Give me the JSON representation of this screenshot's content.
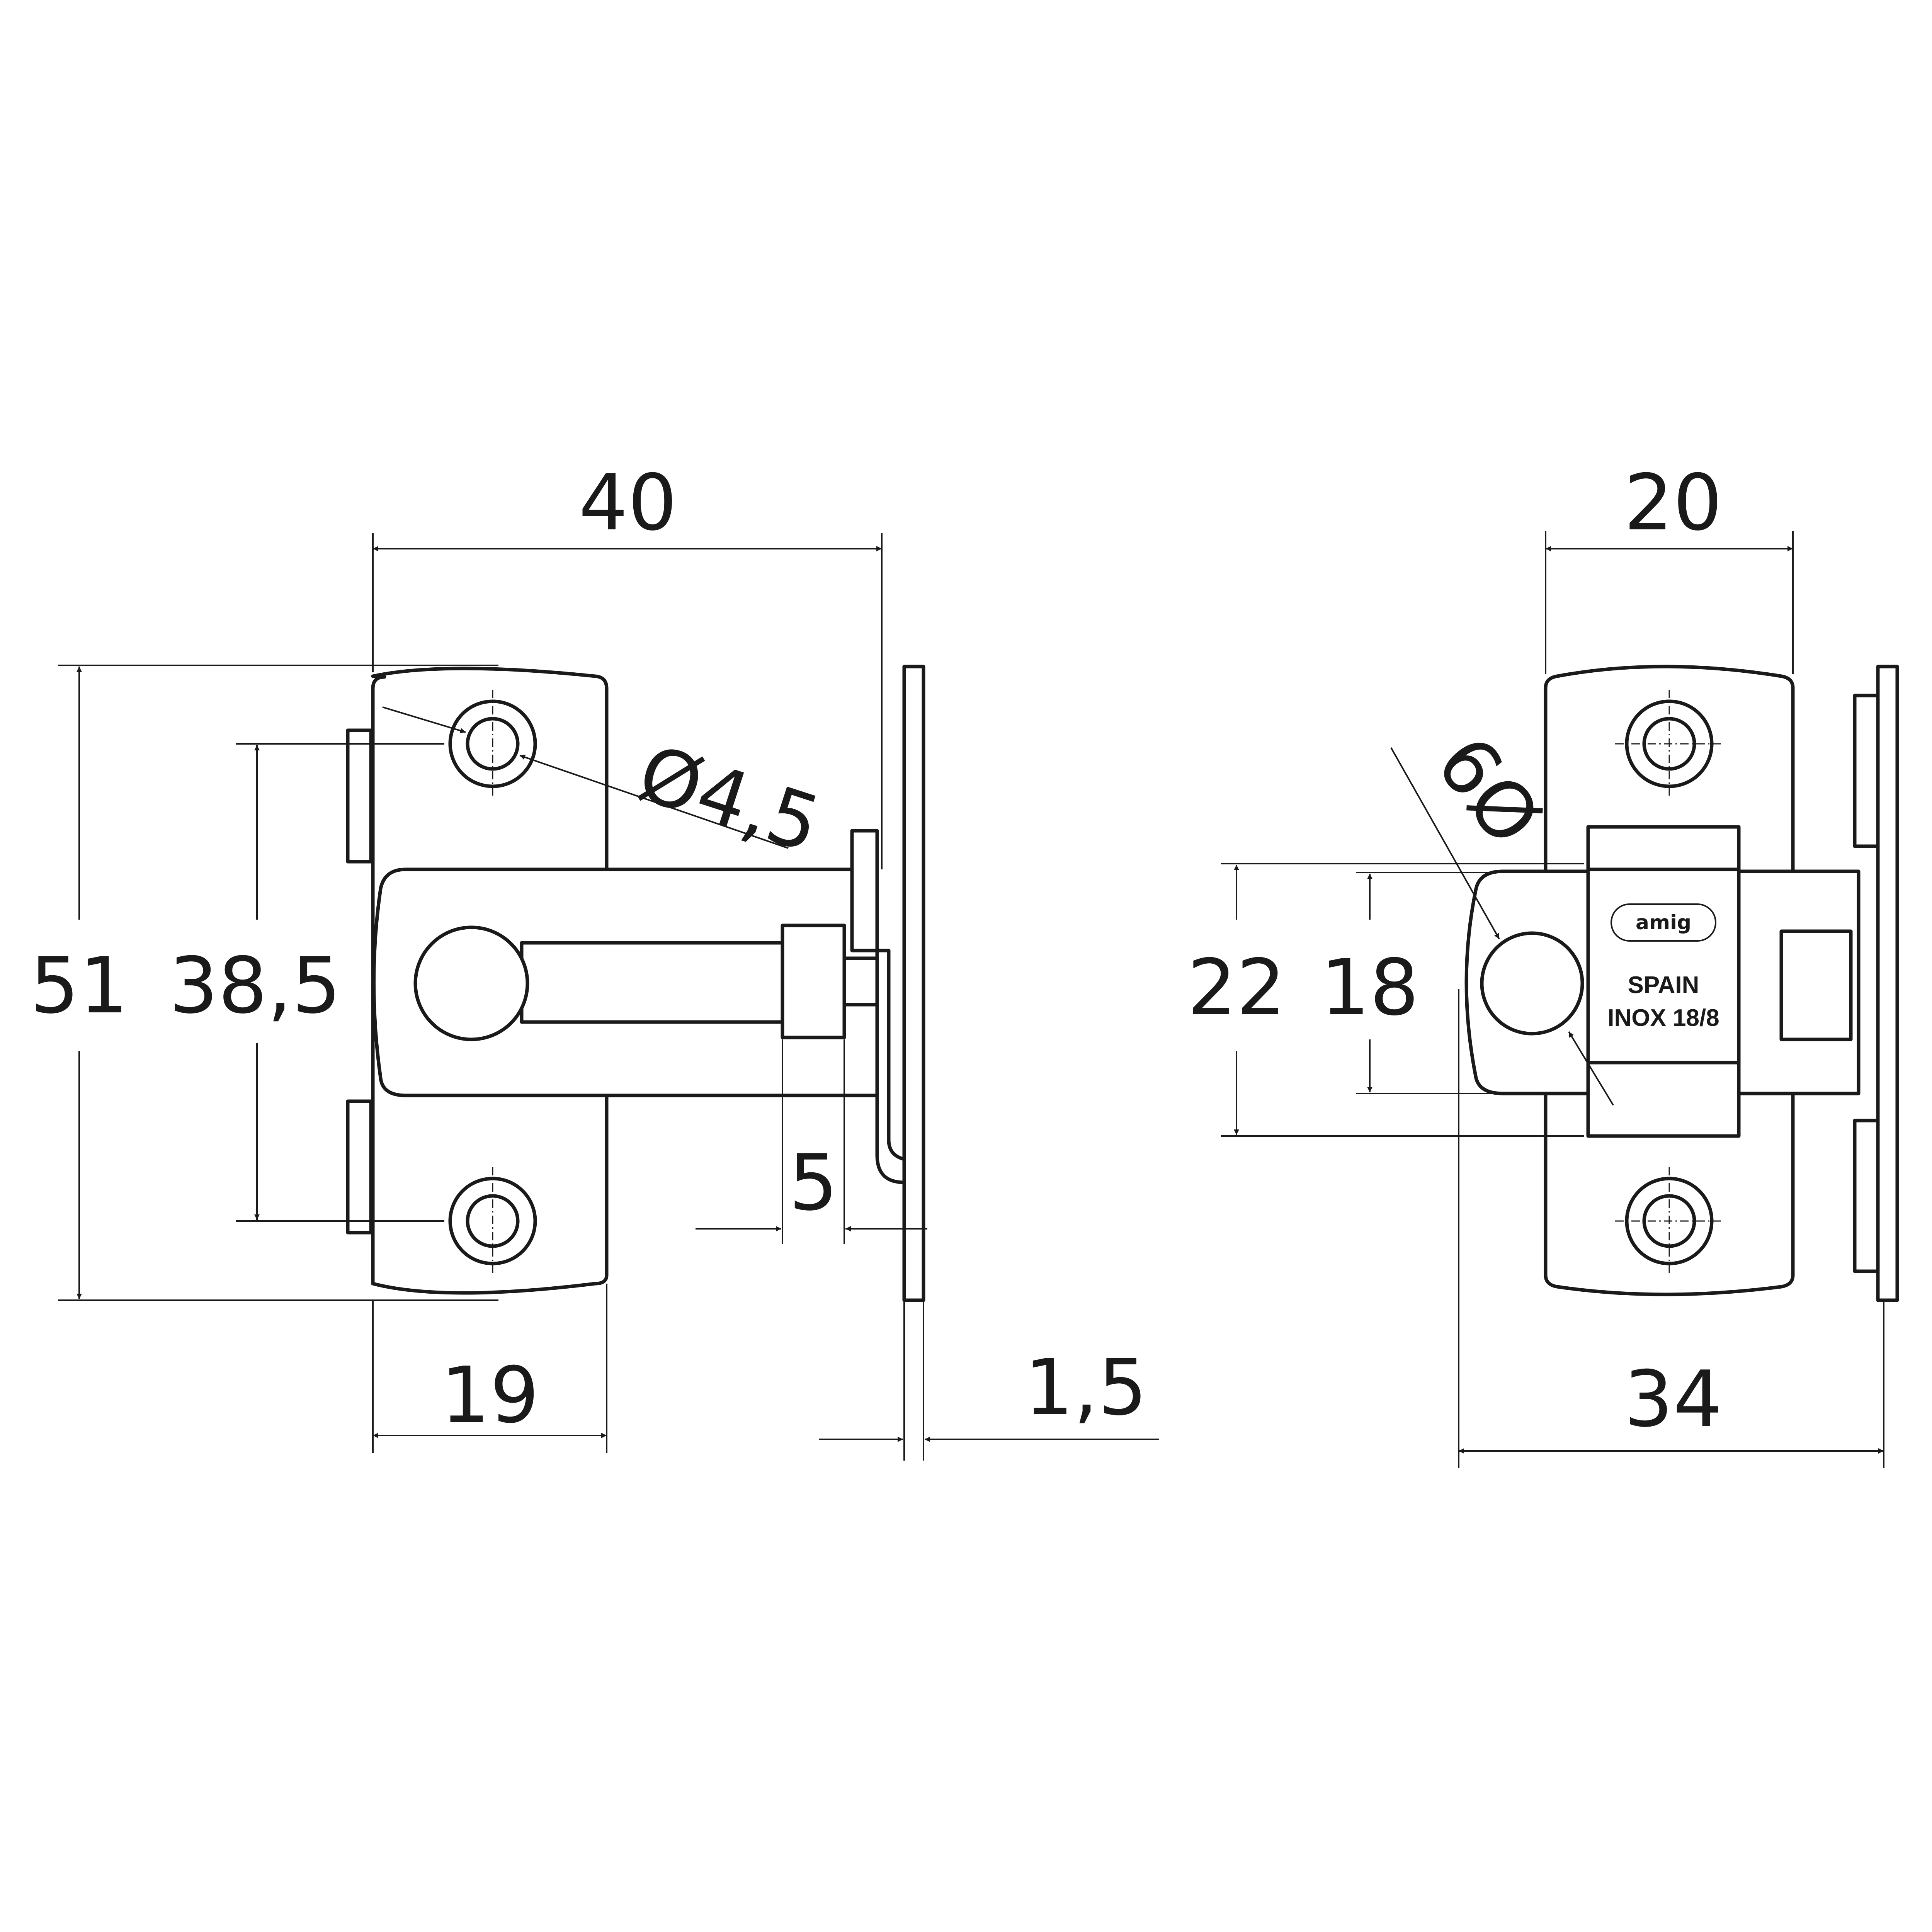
{
  "dimensions": {
    "front_width": "40",
    "front_height": "51",
    "hole_spacing": "38,5",
    "hole_diameter": "Ø4,5",
    "plate_width": "19",
    "bolt_offset": "5",
    "keeper_thickness": "1,5"
  },
  "side_view": {
    "width_top": "20",
    "overall_depth": "34",
    "housing_height": "22",
    "bolt_height": "18",
    "knob_diameter": "Ø9"
  },
  "marking": {
    "brand": "amig",
    "origin": "SPAIN",
    "material": "INOX 18/8"
  },
  "colors": {
    "line": "#1a1a1a",
    "background": "#ffffff"
  }
}
